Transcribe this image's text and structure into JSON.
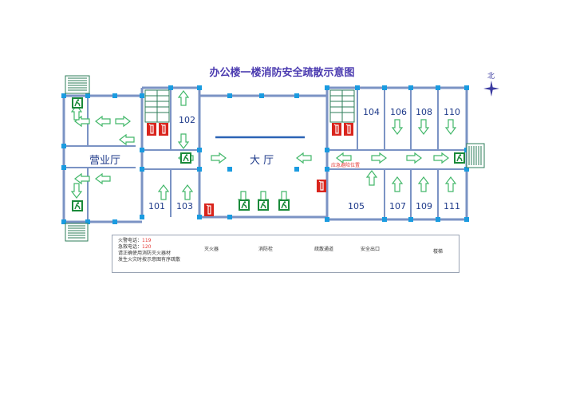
{
  "title": "办公楼一楼消防安全疏散示意图",
  "north": "北",
  "rooms": {
    "r101": "101",
    "r102": "102",
    "r103": "103",
    "r104": "104",
    "r105": "105",
    "r106": "106",
    "r107": "107",
    "r108": "108",
    "r109": "109",
    "r110": "110",
    "r111": "111",
    "business_hall": "营业厅",
    "lobby": "大 厅"
  },
  "assembly_point": "应急避险位置",
  "legend": {
    "fire_phone_label": "火警电话：",
    "fire_phone": "119",
    "emergency_phone_label": "急救电话：",
    "emergency_phone": "120",
    "note1": "请正确使用消防灭火器材",
    "note2": "发生火灾时按示意图有序疏散",
    "extinguisher": "灭火器",
    "hydrant": "消防栓",
    "route": "疏散通道",
    "exit": "安全出口",
    "stairs": "楼梯"
  },
  "colors": {
    "wall": "#7b93c4",
    "pillar": "#1a9be0",
    "arrow": "#43b86a",
    "exit_sign": "#1a8a3a",
    "fire_red": "#d9241c"
  }
}
